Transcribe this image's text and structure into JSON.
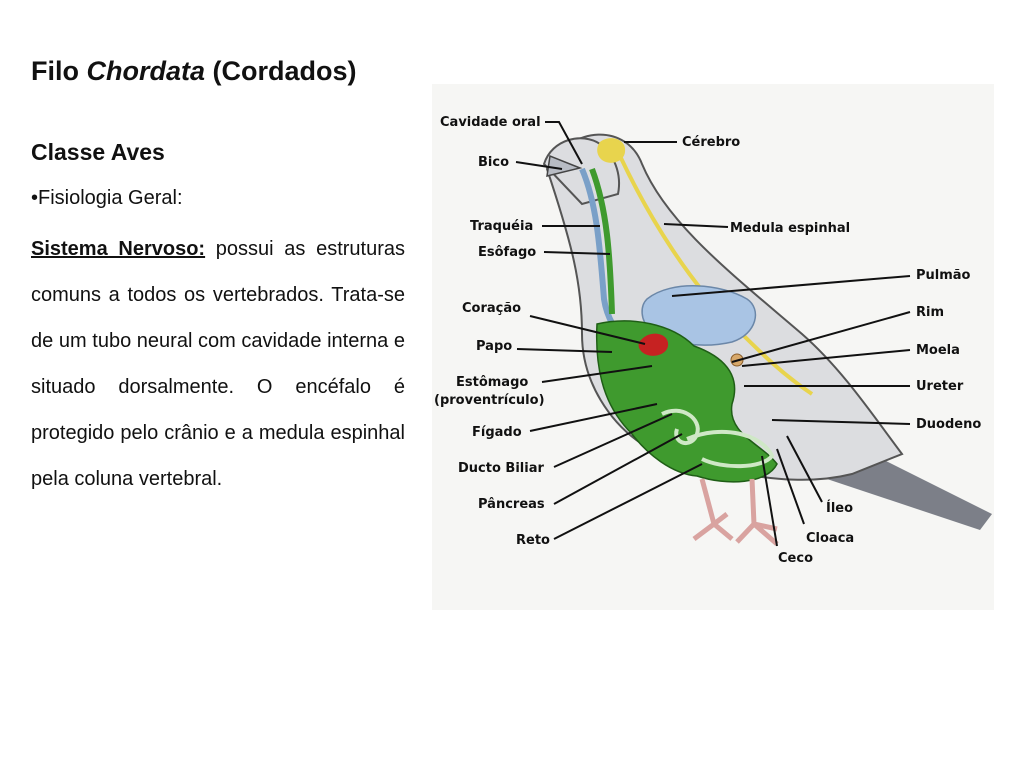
{
  "slide": {
    "title_prefix": "Filo ",
    "title_italic": "Chordata",
    "title_suffix": " (Cordados)",
    "subtitle": "Classe Aves",
    "bullet": "•Fisiologia  Geral:",
    "paragraph_lead": "Sistema Nervoso:",
    "paragraph_body": " possui as estruturas comuns a todos os vertebrados. Trata-se de um tubo neural com cavidade interna e situado dorsalmente. O encéfalo é protegido pelo crânio e a medula espinhal pela coluna vertebral."
  },
  "diagram": {
    "labels": {
      "cavidade_oral": "Cavidade oral",
      "bico": "Bico",
      "traqueia": "Traquéia",
      "esofago": "Esôfago",
      "coracao": "Coração",
      "papo": "Papo",
      "estomago_1": "Estômago",
      "estomago_2": "(proventrículo)",
      "figado": "Fígado",
      "ducto_biliar": "Ducto Biliar",
      "pancreas": "Pâncreas",
      "reto": "Reto",
      "cerebro": "Cérebro",
      "medula_espinhal": "Medula espinhal",
      "pulmao": "Pulmão",
      "rim": "Rim",
      "moela": "Moela",
      "ureter": "Ureter",
      "duodeno": "Duodeno",
      "ileo": "Íleo",
      "cloaca": "Cloaca",
      "ceco": "Ceco"
    },
    "colors": {
      "body": "#dcdde0",
      "digestive": "#3f9a2e",
      "lung": "#a9c4e4",
      "heart": "#c62222",
      "brain": "#e8d44d",
      "tail": "#7c7f88",
      "legs": "#d9a3a0"
    }
  }
}
